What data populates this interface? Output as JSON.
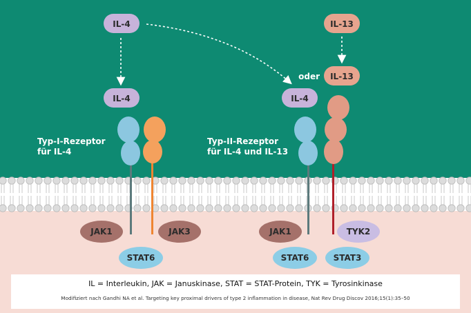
{
  "colors": {
    "top_bg": "#0e8a72",
    "bottom_bg": "#f7dcd5",
    "il4_pill": "#c7b3da",
    "il13_pill": "#e6a48e",
    "receptor_blue": "#8cc7e0",
    "receptor_orange": "#f4a15d",
    "receptor_salmon": "#e19b85",
    "jak_pill": "#a5716a",
    "stat_pill": "#8ccde6",
    "tyk2_pill": "#c9bde3",
    "stem_slate": "#5c7a7c",
    "stem_orange": "#ef8531",
    "stem_red": "#b0202a"
  },
  "labels": {
    "il4_top": "IL-4",
    "il4_type1": "IL-4",
    "il4_type2": "IL-4",
    "il13_top": "IL-13",
    "il13_lower": "IL-13",
    "oder": "oder",
    "type1_receptor_line1": "Typ-I-Rezeptor",
    "type1_receptor_line2": "für IL-4",
    "type2_receptor_line1": "Typ-II-Rezeptor",
    "type2_receptor_line2": "für IL-4 und IL-13",
    "jak1_left": "JAK1",
    "jak3": "JAK3",
    "stat6_left": "STAT6",
    "jak1_right": "JAK1",
    "tyk2": "TYK2",
    "stat6_right": "STAT6",
    "stat3": "STAT3"
  },
  "footer": {
    "abbreviations": "IL = Interleukin, JAK = Januskinase, STAT = STAT-Protein, TYK = Tyrosinkinase",
    "source": "Modifiziert nach Gandhi NA et al. Targeting key proximal drivers of type 2 inflammation in disease, Nat Rev Drug Discov 2016;15(1):35–50"
  }
}
